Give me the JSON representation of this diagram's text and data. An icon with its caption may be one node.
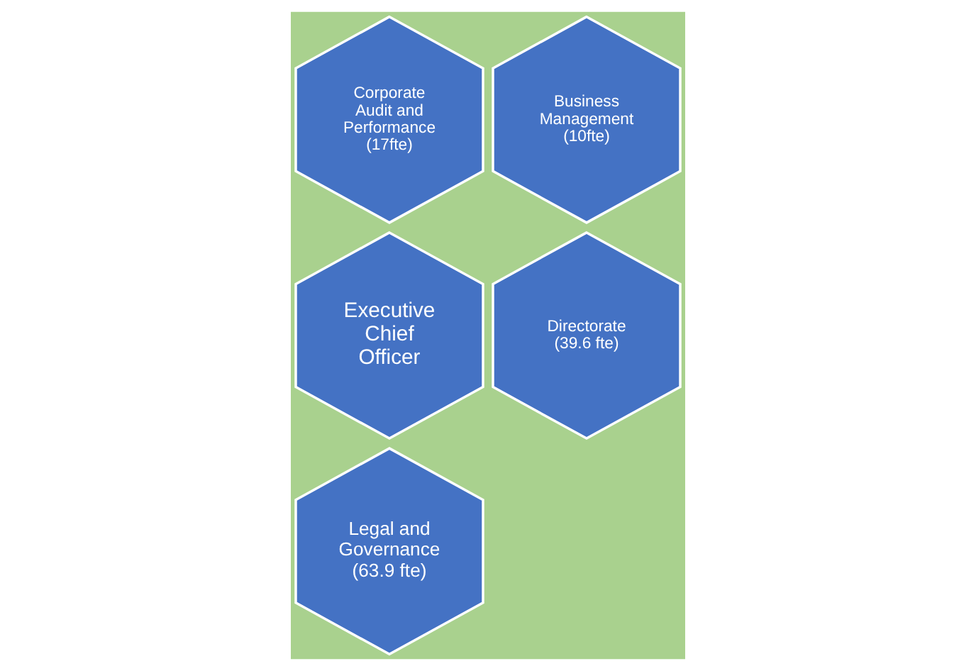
{
  "diagram": {
    "nodes": [
      {
        "text": [
          "Corporate Audit and Performance (17fte)"
        ]
      },
      {
        "text": [
          "Executive Chief Officer"
        ]
      },
      {
        "text": [
          "Legal and Governance (63.9 fte)"
        ]
      },
      {
        "text": [
          "Business Management (10fte)"
        ]
      },
      {
        "text": [
          "Directorate (39.6 fte)"
        ]
      }
    ]
  }
}
